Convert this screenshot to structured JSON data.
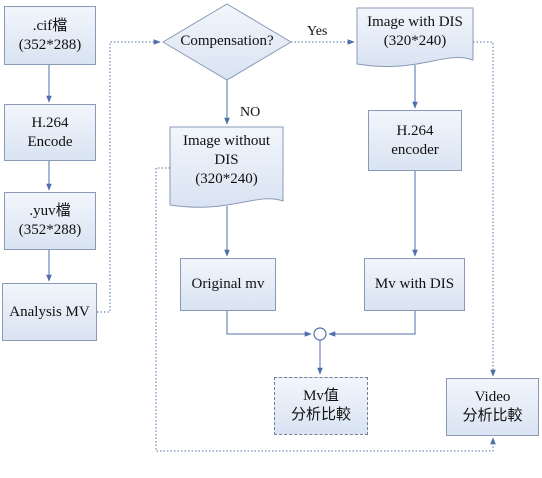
{
  "nodes": {
    "cif": {
      "line1": ".cif檔",
      "line2": "(352*288)"
    },
    "h264_encode": {
      "line1": "H.264",
      "line2": "Encode"
    },
    "yuv": {
      "line1": ".yuv檔",
      "line2": "(352*288)"
    },
    "analysis_mv": {
      "line1": "Analysis MV"
    },
    "compensation": {
      "line1": "Compensation?"
    },
    "image_with_dis": {
      "line1": "Image with DIS",
      "line2": "(320*240)"
    },
    "image_without_dis": {
      "line1": "Image without",
      "line2": "DIS",
      "line3": "(320*240)"
    },
    "h264_encoder": {
      "line1": "H.264",
      "line2": "encoder"
    },
    "original_mv": {
      "line1": "Original mv"
    },
    "mv_with_dis": {
      "line1": "Mv with DIS"
    },
    "mv_compare": {
      "line1": "Mv值",
      "line2": "分析比較"
    },
    "video_compare": {
      "line1": "Video",
      "line2": "分析比較"
    }
  },
  "edge_labels": {
    "yes": "Yes",
    "no": "NO"
  },
  "colors": {
    "box_top": "#f2f6fc",
    "box_bottom": "#d9e3f2",
    "border": "#8a9ab6",
    "arrow": "#4f6fa8"
  }
}
